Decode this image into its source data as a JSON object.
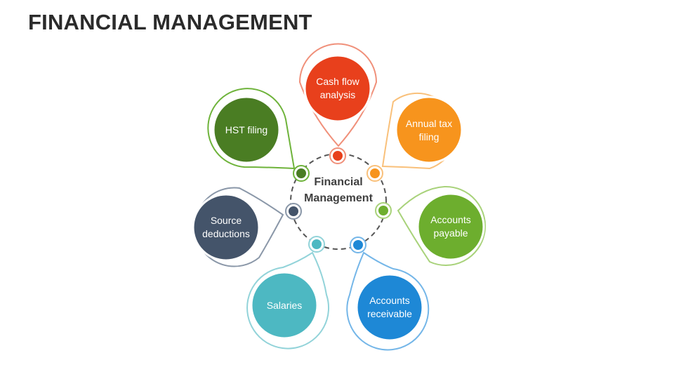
{
  "title": "FINANCIAL MANAGEMENT",
  "center": {
    "line1": "Financial",
    "line2": "Management"
  },
  "items": [
    {
      "line1": "Cash flow",
      "line2": "analysis",
      "color": "#E8401C",
      "outline": "#F0907A"
    },
    {
      "line1": "Annual tax",
      "line2": "filing",
      "color": "#F7941D",
      "outline": "#F9C07A"
    },
    {
      "line1": "Accounts",
      "line2": "payable",
      "color": "#6DAE2E",
      "outline": "#A8D27A"
    },
    {
      "line1": "Accounts",
      "line2": "receivable",
      "color": "#1E88D6",
      "outline": "#74B6E8"
    },
    {
      "line1": "Salaries",
      "line2": "",
      "color": "#4DB8C2",
      "outline": "#92D3D9"
    },
    {
      "line1": "Source",
      "line2": "deductions",
      "color": "#44546A",
      "outline": "#8A97A8"
    },
    {
      "line1": "HST filing",
      "line2": "",
      "color": "#4A7D23",
      "outline": "#6EB33A"
    }
  ]
}
